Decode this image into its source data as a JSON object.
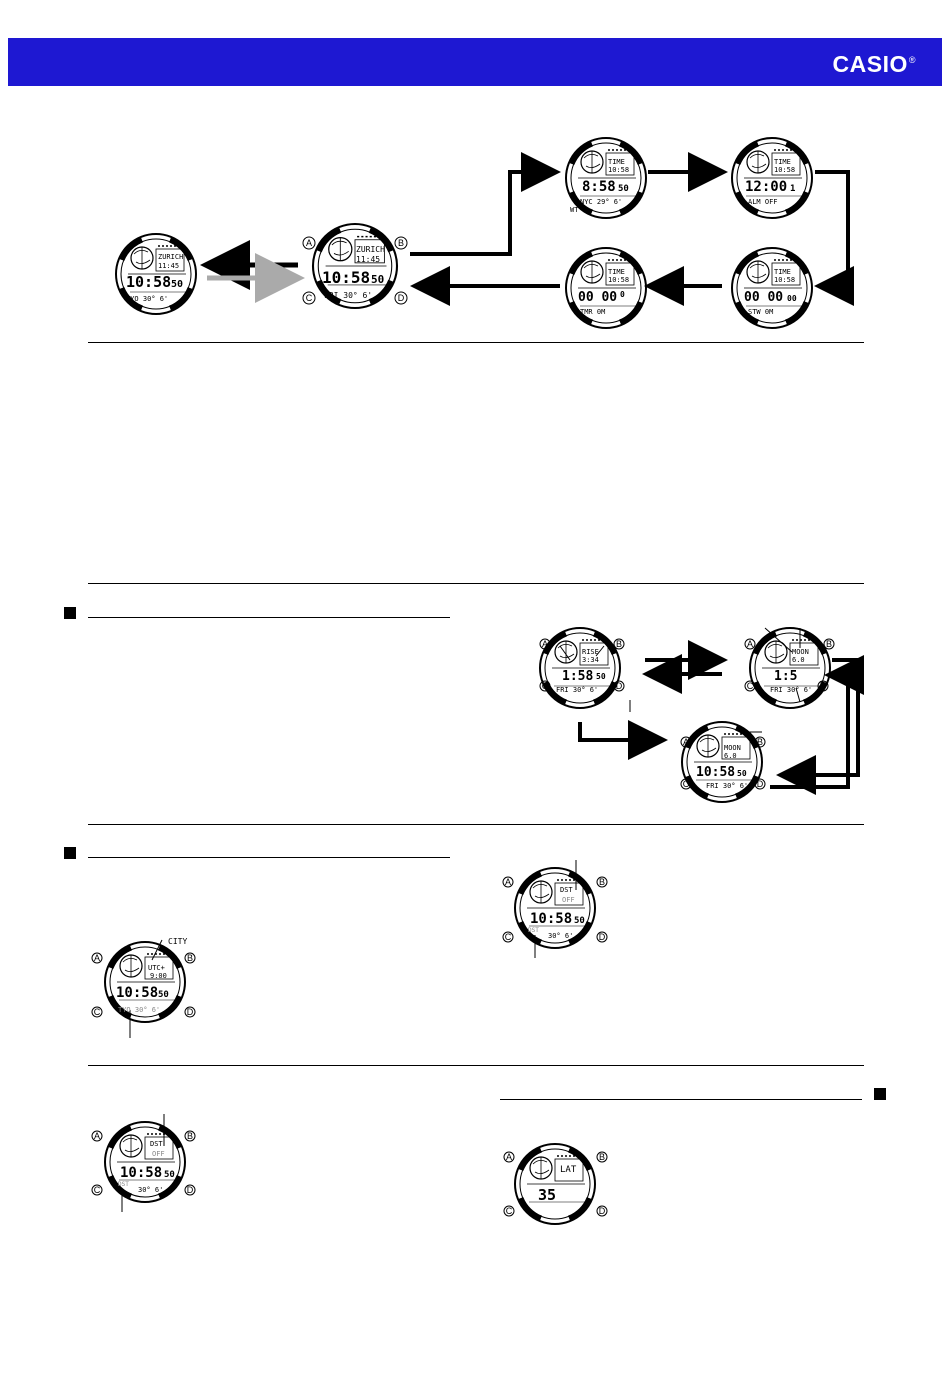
{
  "header": {
    "brand": "CASIO",
    "registered": "®",
    "accent": "#1e18d2"
  },
  "buttons": {
    "a": "A",
    "b": "B",
    "c": "C",
    "d": "D"
  },
  "watch_mode_flow": [
    {
      "id": "w-zurich",
      "line1": "ZURICH",
      "line2": "11:45",
      "time": "10:58",
      "sec": "50",
      "bottom": "TYO 30° 6'"
    },
    {
      "id": "w-zurich-main",
      "line1": "ZURICH",
      "line2": "11:45",
      "time": "10:58",
      "sec": "50",
      "bottom": "FRI 30° 6'"
    },
    {
      "id": "w-nyc",
      "line1": "TIME",
      "line2": "10:58",
      "time": "8:58",
      "sec": "50",
      "bottom": "NYC 29° 6'",
      "tag": "WT"
    },
    {
      "id": "w-alarm",
      "line1": "TIME",
      "line2": "10:58",
      "time": "12:00",
      "sec": "1",
      "bottom": "ALM OFF"
    },
    {
      "id": "w-stopwatch",
      "line1": "TIME",
      "line2": "10:58",
      "time": "00 00",
      "sec": "00",
      "bottom": "STW 0M"
    },
    {
      "id": "w-timer",
      "line1": "TIME",
      "line2": "10:58",
      "time": "00 00",
      "sec": "0",
      "bottom": "TMR 0M"
    }
  ],
  "moon_flow": [
    {
      "id": "m-sunrise",
      "line1": "RISE",
      "line2": "3:34",
      "time": "1:58",
      "sec": "50",
      "bottom": "FRI 30° 6'"
    },
    {
      "id": "m-moon",
      "line1": "MOON",
      "line2": "6.0",
      "time": "1:5",
      "sec": "",
      "bottom": "FRI 30° 6'"
    },
    {
      "id": "m-moon-age",
      "line1": "MOON",
      "line2": "6.0",
      "time": "10:58",
      "sec": "50",
      "bottom": "FRI 30° 6'"
    }
  ],
  "city_setting": {
    "annotation": "CITY",
    "line1": "UTC+",
    "line2": "9:00",
    "time": "10:58",
    "sec": "50",
    "bottom": "TYO 30° 6'"
  },
  "dst_setting": {
    "line1": "DST",
    "line2": "OFF",
    "time": "10:58",
    "sec": "50",
    "bottom": "30° 6'",
    "dst": "DST"
  },
  "dst_setting_2": {
    "line1": "DST",
    "line2": "OFF",
    "time": "10:58",
    "sec": "50",
    "bottom": "30° 6'",
    "dst": "DST"
  },
  "lat_setting": {
    "line1": "LAT",
    "time": "35",
    "sec": "",
    "bottom": ""
  }
}
